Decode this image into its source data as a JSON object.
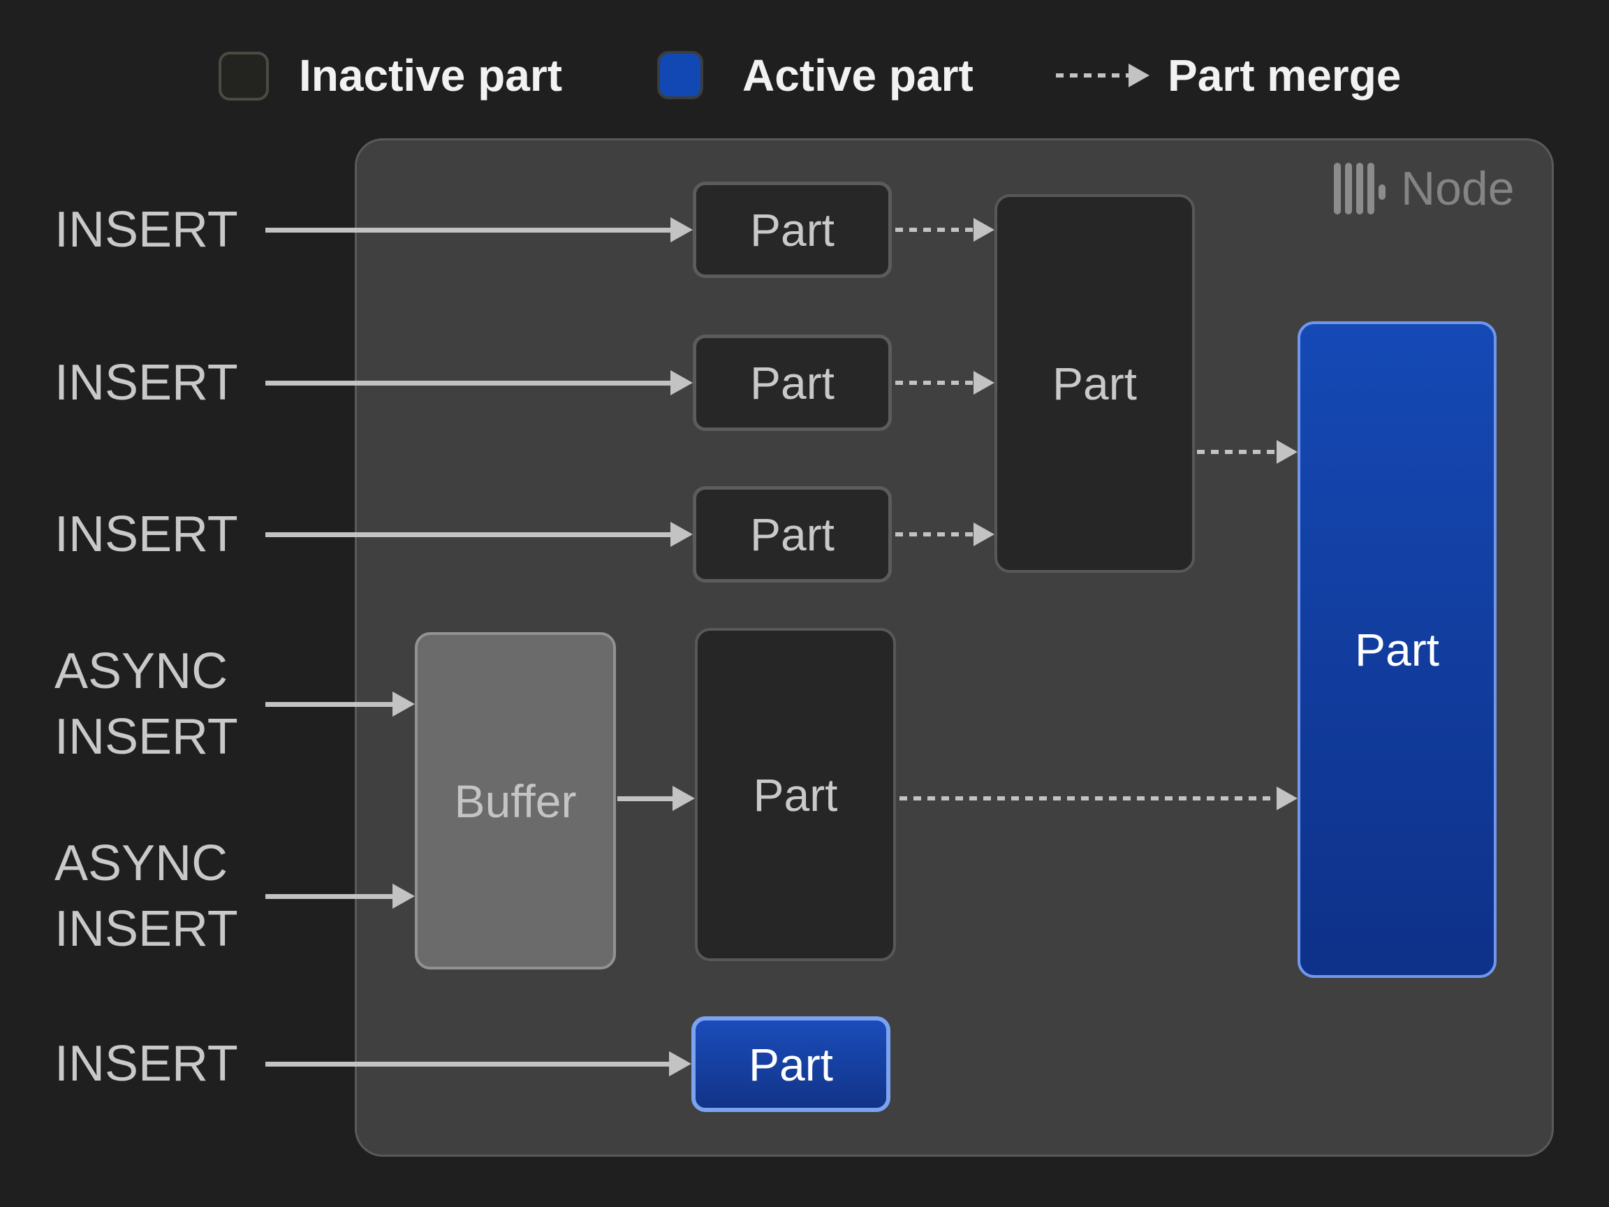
{
  "legend": {
    "inactive_label": "Inactive part",
    "active_label": "Active part",
    "merge_label": "Part merge"
  },
  "node": {
    "title": "Node"
  },
  "inputs": {
    "insert_1": "INSERT",
    "insert_2": "INSERT",
    "insert_3": "INSERT",
    "async_insert_1": "ASYNC\nINSERT",
    "async_insert_2": "ASYNC\nINSERT",
    "insert_4": "INSERT"
  },
  "boxes": {
    "part": "Part",
    "buffer": "Buffer"
  },
  "colors": {
    "background": "#1f1f1f",
    "node_fill": "#404040",
    "node_border": "#5a5a5a",
    "inactive_part_fill": "#23241f",
    "inactive_part_border": "#4a4b43",
    "part_fill": "#272727",
    "part_border": "#5c5c5c",
    "buffer_fill": "#6b6b6b",
    "buffer_border": "#929292",
    "active_part_top": "#1549b5",
    "active_part_bottom": "#0e3189",
    "active_part_border": "#7aa0f2",
    "arrow": "#c3c3c3",
    "label_text": "#c9c9c9",
    "legend_text": "#f2f2f2",
    "node_label_text": "#848484"
  }
}
